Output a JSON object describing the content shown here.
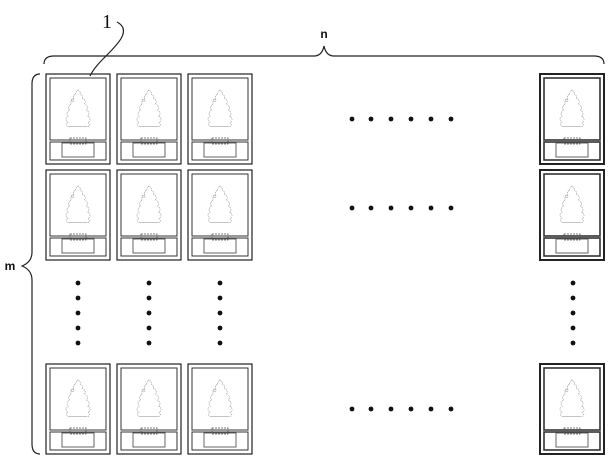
{
  "figure": {
    "reference_numeral": "1",
    "column_count_label": "n",
    "row_count_label": "m"
  },
  "grid": {
    "shown_columns": 4,
    "shown_rows": 3,
    "unit": {
      "icon": "christmas-tree-icon",
      "base": "base-box-icon"
    }
  }
}
